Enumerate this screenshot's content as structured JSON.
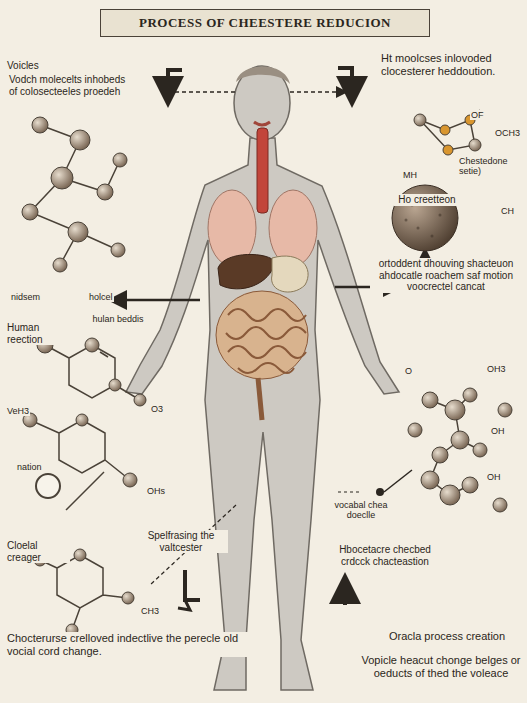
{
  "diagram": {
    "title": "PROCESS OF CHEESTERE REDUCION",
    "labels": [
      "Voicles",
      "Vodch molecelts inhobeds of colosecteeles proedeh",
      "Ht moolcses inlovoded clocesterer heddoution.",
      "OF",
      "OCH3",
      "Chestedone setie)",
      "MH",
      "CH",
      "Ho creetteon",
      "ortoddent dhouving shacteuon ahdocatle roachem saf motion voocrectel cancat",
      "nidsem",
      "holcel",
      "Human reection",
      "hulan beddis",
      "VeH3",
      "O3",
      "OHs",
      "nation",
      "Cloelal creager",
      "Spelfrasing the valtcester",
      "CH3",
      "O",
      "OH3",
      "OH",
      "OH",
      "vocabal chea doeclle",
      "Hbocetacre checbed crdcck chacteastion",
      "Chocterurse crelloved indectlive the perecle old vocial cord change.",
      "Oracla process creation",
      "Vopicle heacut chonge belges or oeducts of thed the voleace"
    ]
  }
}
